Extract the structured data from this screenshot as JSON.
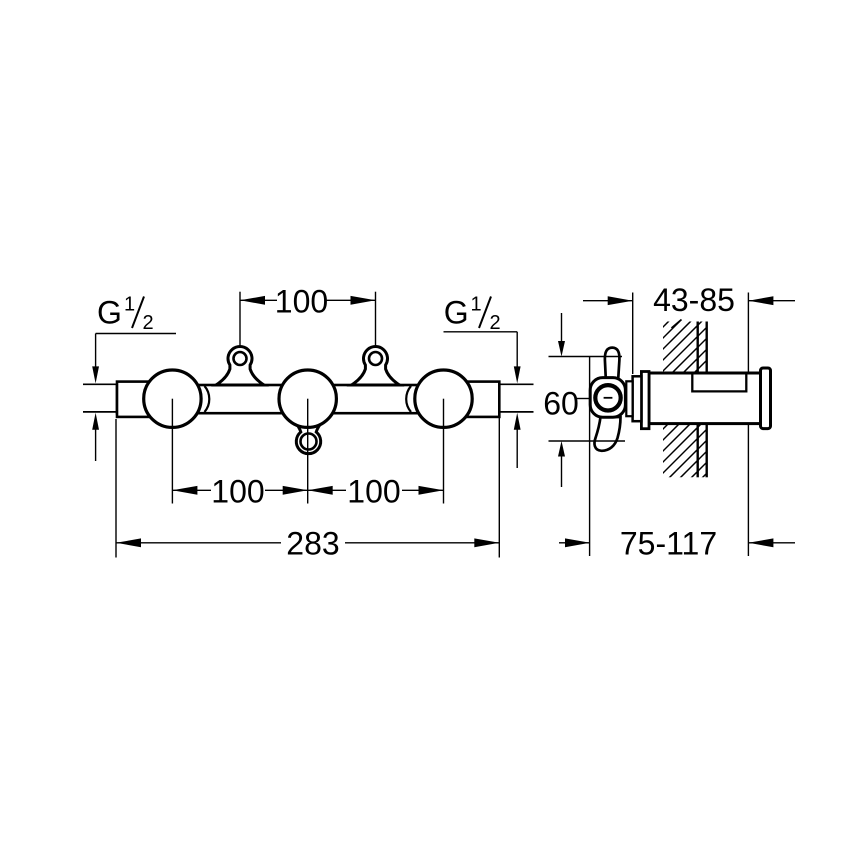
{
  "front_view": {
    "thread_size_left": {
      "label": "G 1/2",
      "g": "G",
      "numerator": "1",
      "denominator": "2"
    },
    "thread_size_right": {
      "label": "G 1/2",
      "g": "G",
      "numerator": "1",
      "denominator": "2"
    },
    "port_spacing_top": "100",
    "port_spacing_bottom_left": "100",
    "port_spacing_bottom_right": "100",
    "overall_width": "283"
  },
  "side_view": {
    "installation_depth_range": "43-85",
    "body_height": "60",
    "total_depth_range": "75-117"
  },
  "colors": {
    "line": "#000000",
    "background": "#ffffff"
  }
}
